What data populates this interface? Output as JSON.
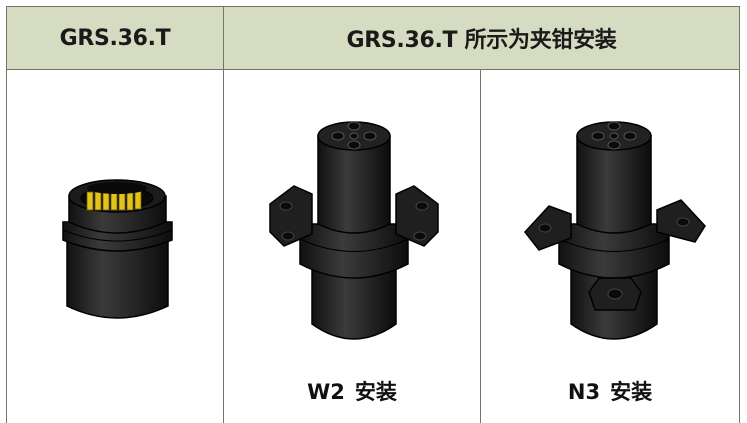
{
  "header": {
    "left_label": "GRS.36.T",
    "right_label": "GRS.36.T 所示为夹钳安装"
  },
  "cells": {
    "w2": {
      "code": "W2",
      "text": "安装"
    },
    "n3": {
      "code": "N3",
      "text": "安装"
    }
  },
  "colors": {
    "header_bg": "#d6dcc1",
    "border": "#6f7766",
    "part_body": "#2b2b2b",
    "needle_bearing": "#e3c319"
  },
  "icons": [
    "needle-bearing-image",
    "w2-clamp-image",
    "n3-clamp-image"
  ]
}
